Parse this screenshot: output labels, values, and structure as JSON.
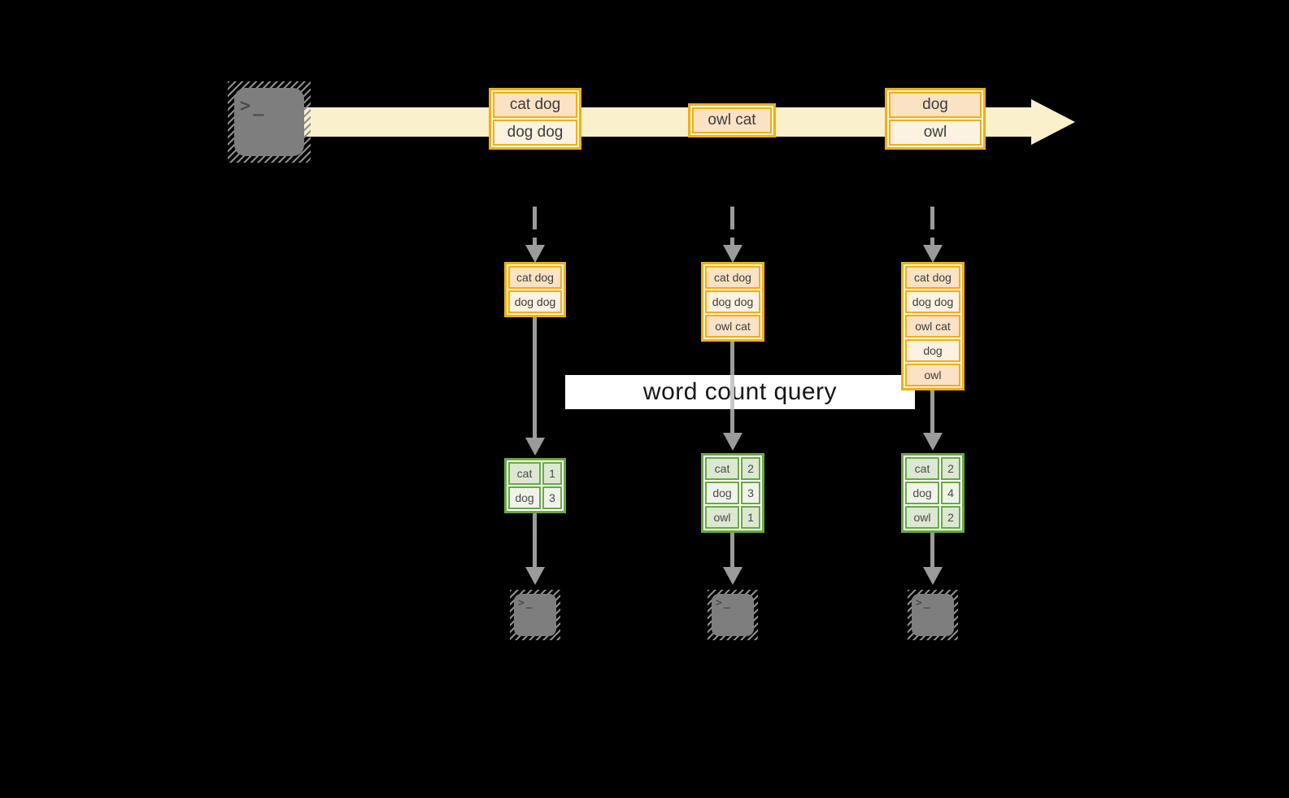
{
  "query_label": "word count query",
  "glyphs": {
    "terminal_prompt": ">_"
  },
  "colors": {
    "background": "#000000",
    "stream_arrow": "#faf0cc",
    "record_border": "#edb111",
    "record_fill_dark": "#fbe2c4",
    "record_fill_light": "#fdf2e2",
    "table_border": "#68a944",
    "table_fill_dark": "#dce8d1",
    "table_fill_light": "#eff3ea",
    "connector_gray": "#9b9b9b",
    "terminal_gray": "#7e7e7e"
  },
  "stream": {
    "batches": [
      {
        "records": [
          "cat dog",
          "dog dog"
        ]
      },
      {
        "records": [
          "owl cat"
        ]
      },
      {
        "records": [
          "dog",
          "owl"
        ]
      }
    ]
  },
  "columns": [
    {
      "input_records": [
        "cat dog",
        "dog dog"
      ],
      "counts": [
        {
          "word": "cat",
          "count": "1"
        },
        {
          "word": "dog",
          "count": "3"
        }
      ]
    },
    {
      "input_records": [
        "cat dog",
        "dog dog",
        "owl cat"
      ],
      "counts": [
        {
          "word": "cat",
          "count": "2"
        },
        {
          "word": "dog",
          "count": "3"
        },
        {
          "word": "owl",
          "count": "1"
        }
      ]
    },
    {
      "input_records": [
        "cat dog",
        "dog dog",
        "owl cat",
        "dog",
        "owl"
      ],
      "counts": [
        {
          "word": "cat",
          "count": "2"
        },
        {
          "word": "dog",
          "count": "4"
        },
        {
          "word": "owl",
          "count": "2"
        }
      ]
    }
  ]
}
